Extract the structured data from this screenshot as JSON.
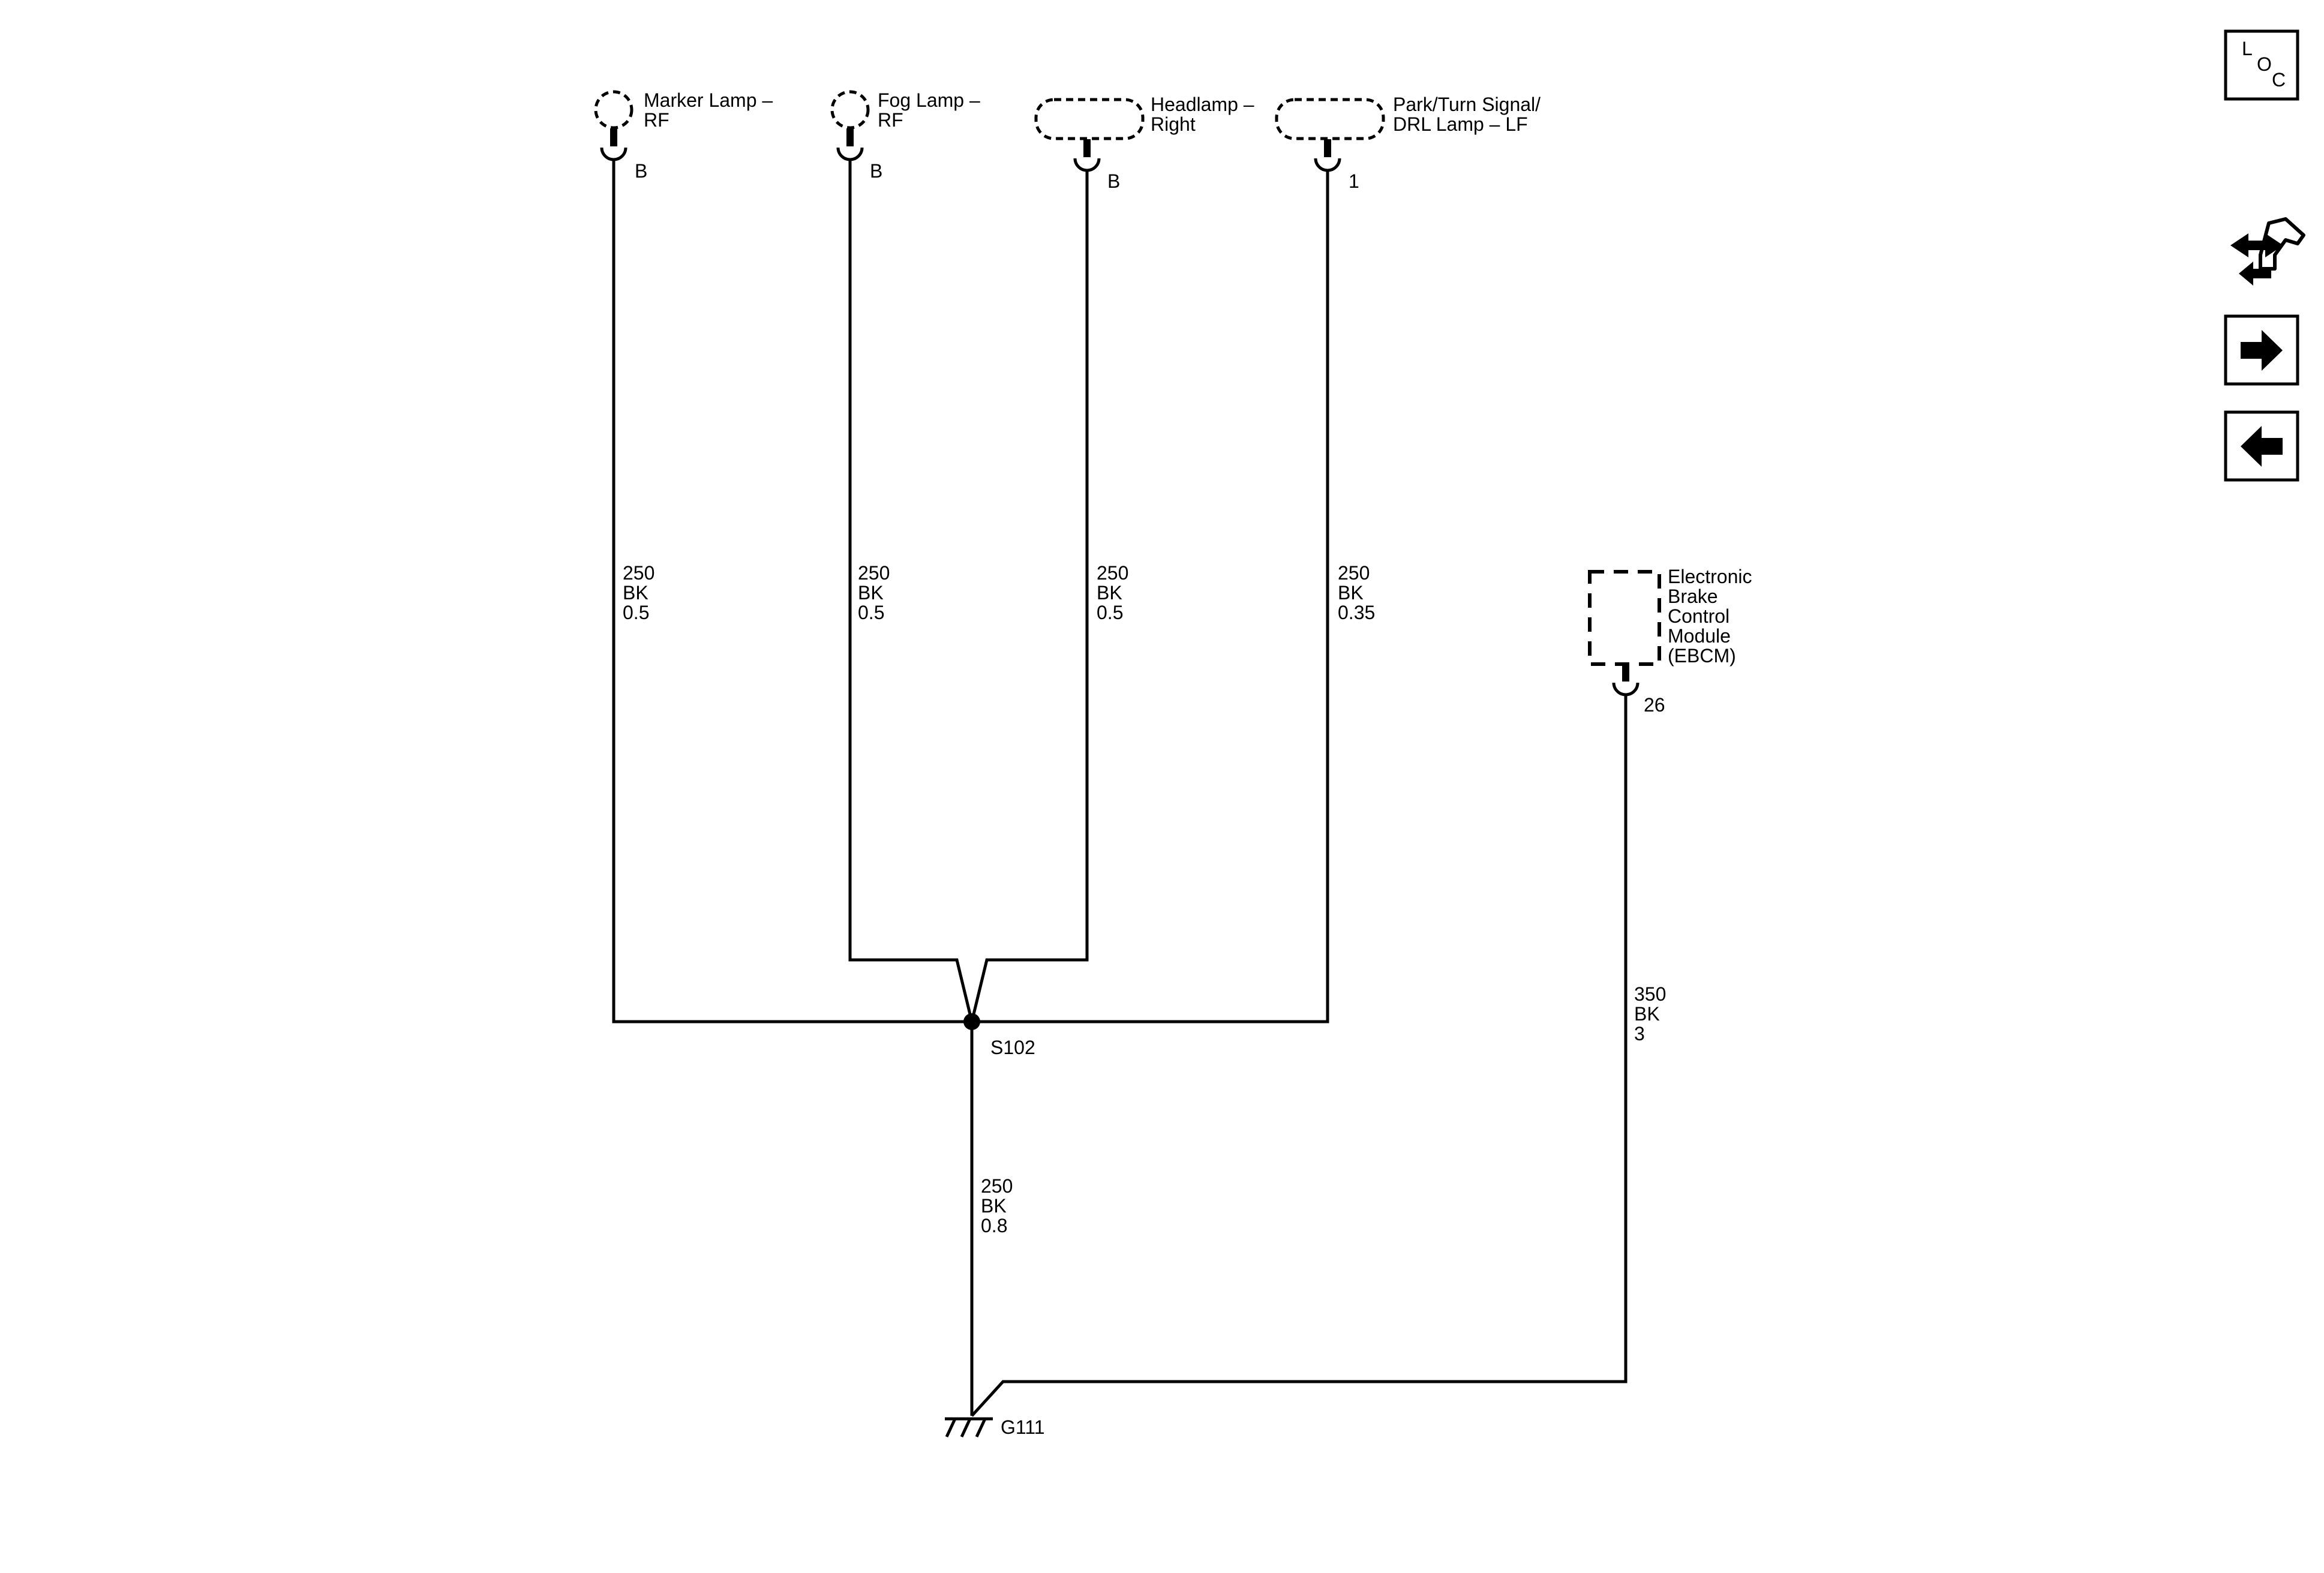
{
  "components": {
    "marker_lamp": "Marker Lamp –",
    "marker_lamp_2": "RF",
    "fog_lamp": "Fog Lamp –",
    "fog_lamp_2": "RF",
    "headlamp": "Headlamp –",
    "headlamp_2": "Right",
    "park_turn": "Park/Turn Signal/",
    "park_turn_2": "DRL Lamp – LF",
    "ebcm": [
      "Electronic",
      "Brake",
      "Control",
      "Module",
      "(EBCM)"
    ]
  },
  "pins": {
    "marker": "B",
    "fog": "B",
    "headlamp": "B",
    "park": "1",
    "ebcm": "26"
  },
  "wires": {
    "marker": [
      "250",
      "BK",
      "0.5"
    ],
    "fog": [
      "250",
      "BK",
      "0.5"
    ],
    "headlamp": [
      "250",
      "BK",
      "0.5"
    ],
    "park": [
      "250",
      "BK",
      "0.35"
    ],
    "ground": [
      "250",
      "BK",
      "0.8"
    ],
    "ebcm": [
      "350",
      "BK",
      "3"
    ]
  },
  "splice": "S102",
  "ground": "G111",
  "nav": {
    "loc_letters": [
      "L",
      "O",
      "C"
    ],
    "icons": [
      "loc-icon",
      "harness-connector-icon",
      "next-arrow-icon",
      "prev-arrow-icon"
    ]
  }
}
